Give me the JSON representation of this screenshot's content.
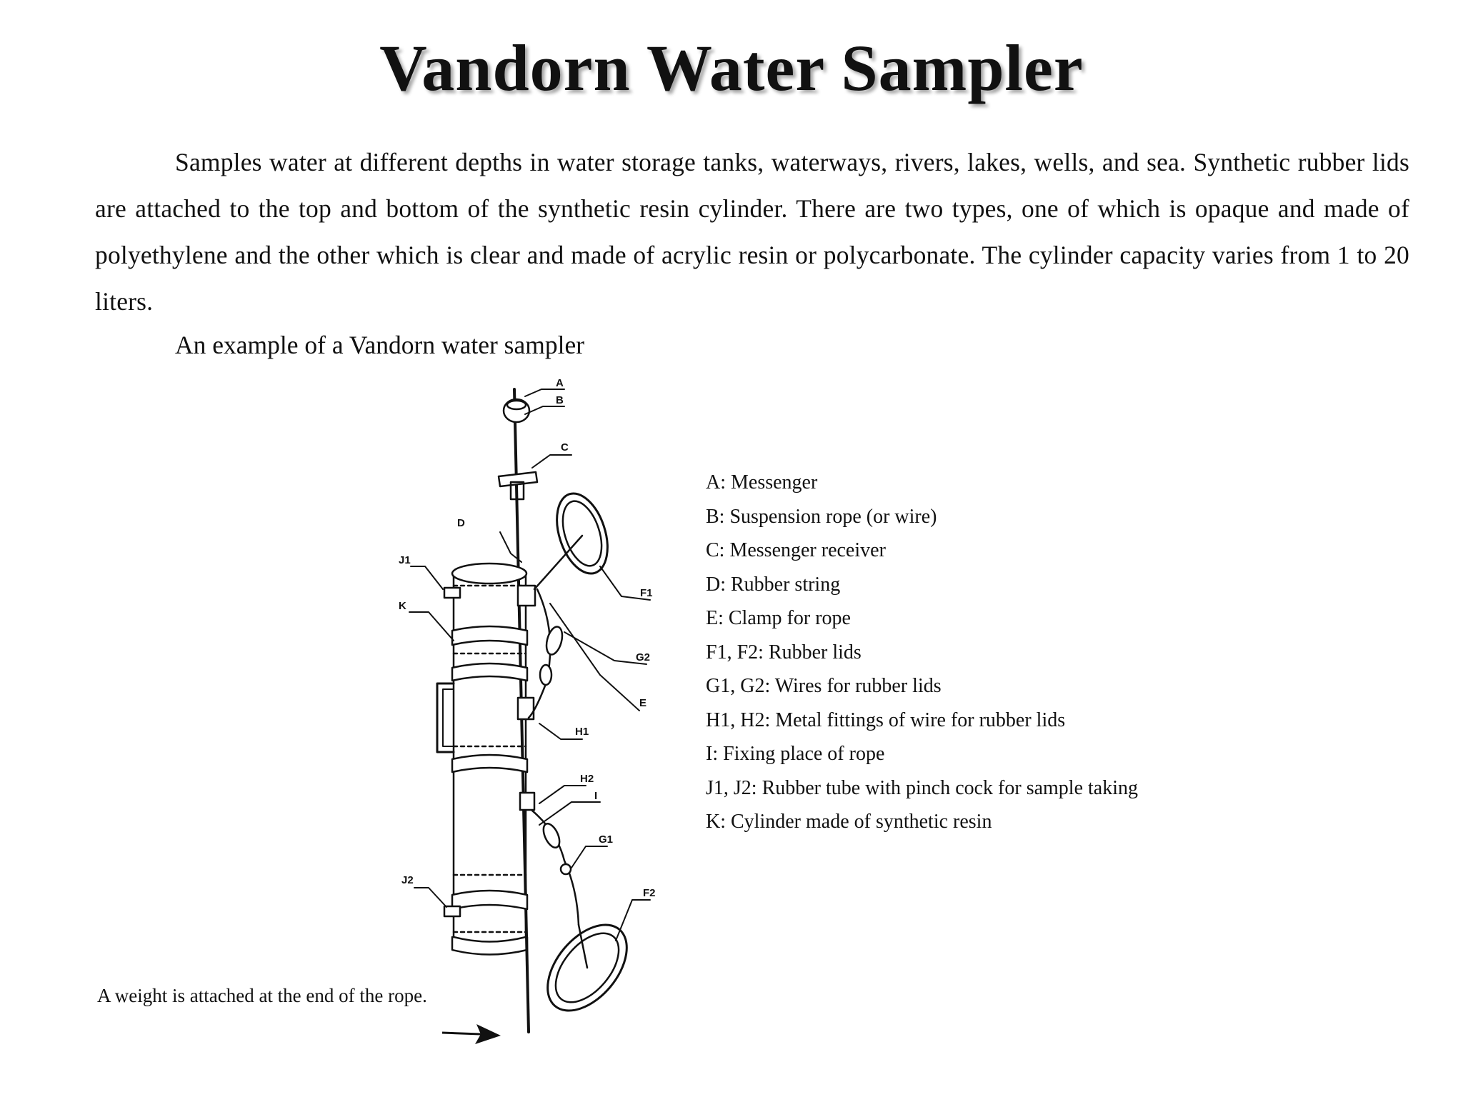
{
  "title": "Vandorn Water Sampler",
  "intro": {
    "paragraph": "Samples water at different depths in water storage tanks, waterways, rivers, lakes, wells, and sea. Synthetic rubber lids are attached to the top and bottom of the synthetic resin cylinder.  There are two types, one of which is opaque and made of polyethylene and the other which is clear and made of acrylic resin or polycarbonate.  The cylinder capacity varies from 1 to 20 liters.",
    "example_caption": "An example of a Vandorn water sampler"
  },
  "diagram": {
    "labels": {
      "a": "A",
      "b": "B",
      "c": "C",
      "d": "D",
      "e": "E",
      "f1": "F1",
      "f2": "F2",
      "g1": "G1",
      "g2": "G2",
      "h1": "H1",
      "h2": "H2",
      "i": "I",
      "j1": "J1",
      "j2": "J2",
      "k": "K"
    }
  },
  "legend": [
    "A: Messenger",
    "B: Suspension rope (or wire)",
    "C: Messenger receiver",
    "D: Rubber string",
    "E: Clamp for rope",
    "F1, F2: Rubber lids",
    "G1, G2: Wires for rubber lids",
    "H1, H2: Metal fittings of wire for rubber lids",
    "I: Fixing place of rope",
    "J1, J2: Rubber tube with pinch cock for sample taking",
    "K: Cylinder made of synthetic resin"
  ],
  "weight_note": "A weight is attached at the end of the rope."
}
